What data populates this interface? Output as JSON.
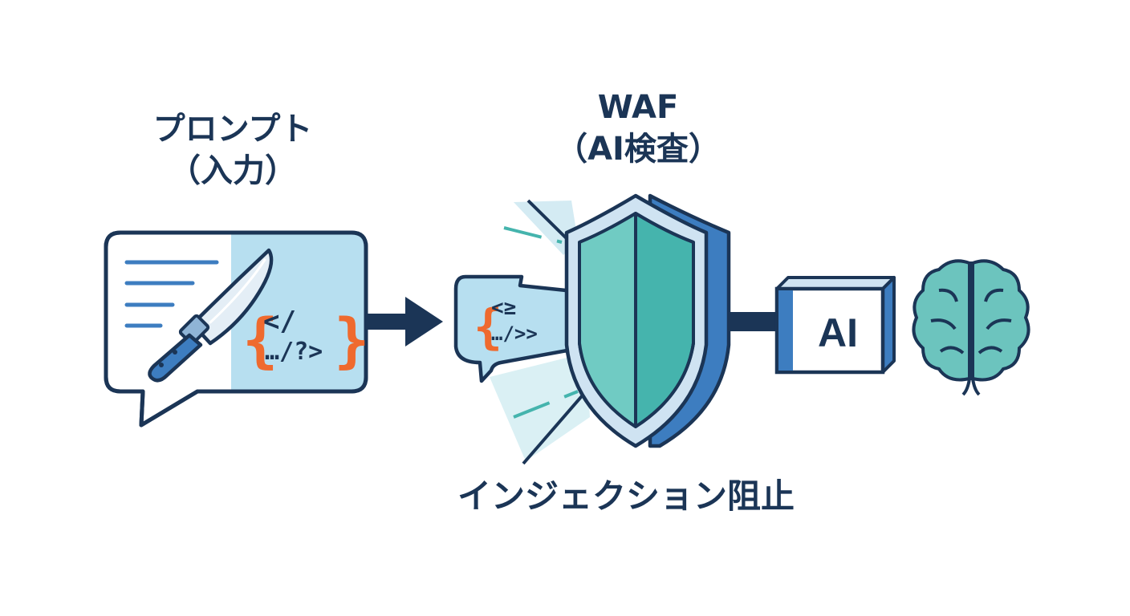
{
  "labels": {
    "prompt_line1": "プロンプト",
    "prompt_line2": "（入力）",
    "waf_line1": "WAF",
    "waf_line2": "（AI検査）",
    "caption": "インジェクション阻止",
    "ai_box": "AI"
  },
  "code": {
    "brace_open": "{",
    "brace_close": "}",
    "line1": "</",
    "line2": "…/?>",
    "frag_line1": "<≥",
    "frag_line2": "…/>>"
  },
  "icons": [
    "speech-bubble-icon",
    "knife-icon",
    "arrow-right-icon",
    "code-fragment-icon",
    "shield-icon",
    "ai-chip-icon",
    "brain-icon"
  ],
  "colors": {
    "navy": "#1b3556",
    "bubble_fill": "#b7dff0",
    "teal": "#45b4ad",
    "shield_blue": "#3d7dc0",
    "code_orange": "#ef6a2e",
    "brain_fill": "#6cc4be"
  }
}
